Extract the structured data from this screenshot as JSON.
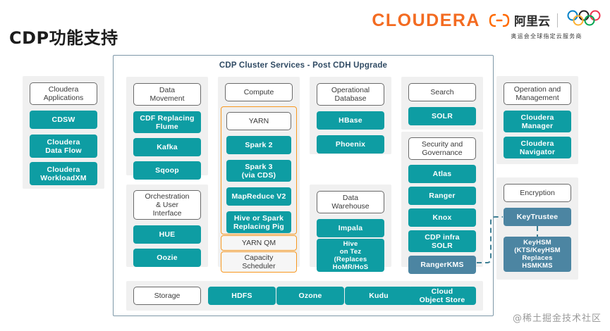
{
  "header": {
    "brand": "CLOUDERA",
    "ali_bracket_left": "(",
    "ali_dash": "—",
    "ali_bracket_right": ")",
    "ali_name": "阿里云",
    "ali_tagline": "奥运会全球指定云服务商",
    "olympic_rings_icon": "olympic-rings-icon"
  },
  "page_title": "CDP功能支持",
  "cluster": {
    "title": "CDP Cluster Services - Post CDH Upgrade"
  },
  "watermark": "@稀土掘金技术社区",
  "colors": {
    "teal": "#0E9DA3",
    "steel_blue": "#4C85A2",
    "orange": "#F79820",
    "brand_orange": "#F36B21",
    "panel_gray": "#F0F0F0",
    "border_blue_gray": "#7E98A8",
    "title_navy": "#2F4A63"
  },
  "columns": {
    "applications": {
      "header": "Cloudera\nApplications",
      "items": [
        "CDSW",
        "Cloudera\nData Flow",
        "Cloudera\nWorkloadXM"
      ]
    },
    "data_movement": {
      "header": "Data\nMovement",
      "items": [
        "CDF Replacing\nFlume",
        "Kafka",
        "Sqoop"
      ]
    },
    "orchestration": {
      "header": "Orchestration\n& User\nInterface",
      "items": [
        "HUE",
        "Oozie"
      ]
    },
    "compute": {
      "header": "Compute",
      "outlined_header": "YARN",
      "items": [
        "Spark 2",
        "Spark 3\n(via CDS)",
        "MapReduce V2",
        "Hive or Spark\nReplacing Pig"
      ],
      "extras": [
        "YARN QM",
        "Capacity\nScheduler"
      ]
    },
    "operational_database": {
      "header": "Operational\nDatabase",
      "items": [
        "HBase",
        "Phoenix"
      ]
    },
    "data_warehouse": {
      "header": "Data\nWarehouse",
      "items": [
        "Impala",
        "Hive\non Tez\n(Replaces\nHoMR/HoS"
      ]
    },
    "search": {
      "header": "Search",
      "items": [
        "SOLR"
      ]
    },
    "security_governance": {
      "header": "Security and\nGovernance",
      "items": [
        "Atlas",
        "Ranger",
        "Knox",
        "CDP infra\nSOLR"
      ],
      "dark_items": [
        "RangerKMS"
      ]
    },
    "operation_management": {
      "header": "Operation and\nManagement",
      "items": [
        "Cloudera\nManager",
        "Cloudera\nNavigator"
      ]
    },
    "encryption": {
      "header": "Encryption",
      "dark_items": [
        "KeyTrustee",
        "KeyHSM\n(KTS/KeyHSM\nReplaces\nHSMKMS"
      ]
    },
    "storage": {
      "header": "Storage",
      "items": [
        "HDFS",
        "Ozone",
        "Kudu",
        "Cloud\nObject Store"
      ]
    }
  }
}
